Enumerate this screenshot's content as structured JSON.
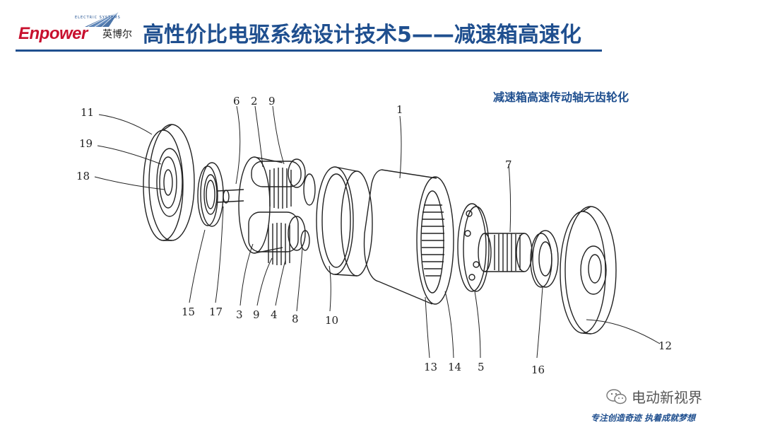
{
  "header": {
    "logo_text": "Enpower",
    "logo_sub": "ELECTRIC SYSTEMS",
    "logo_cn": "英博尔",
    "title": "高性价比电驱系统设计技术5——减速箱高速化"
  },
  "subtitle": "减速箱高速传动轴无齿轮化",
  "labels": [
    "11",
    "19",
    "18",
    "6",
    "2",
    "9",
    "15",
    "17",
    "3",
    "9",
    "4",
    "8",
    "10",
    "1",
    "13",
    "14",
    "5",
    "7",
    "16",
    "12"
  ],
  "watermark": {
    "icon": "wechat-icon",
    "text": "电动新视界"
  },
  "slogan": "专注创造奇迹  执着成就梦想",
  "colors": {
    "brand_blue": "#1f4f8f",
    "brand_red": "#c8102e"
  }
}
